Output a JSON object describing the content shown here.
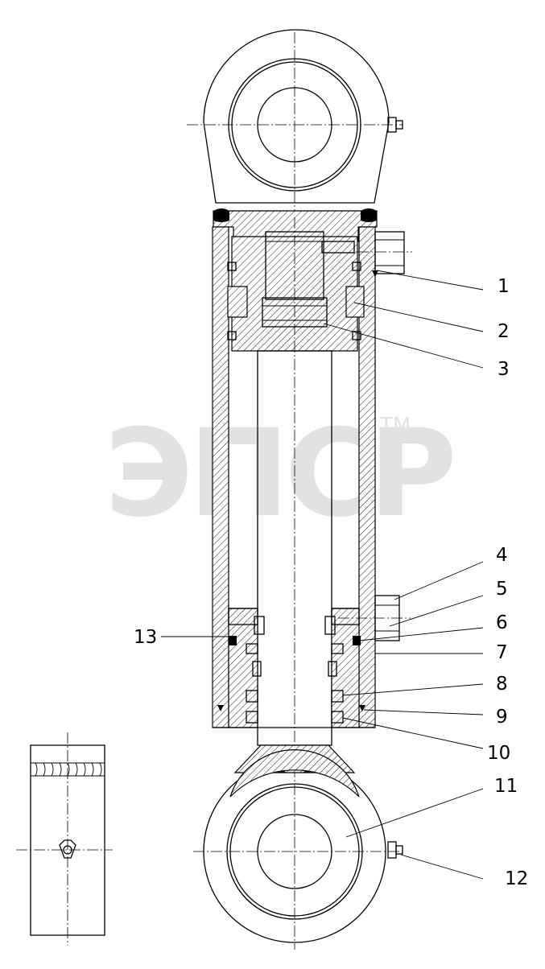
{
  "callouts": [
    "1",
    "2",
    "3",
    "4",
    "5",
    "6",
    "7",
    "8",
    "9",
    "10",
    "11",
    "12",
    "13"
  ],
  "watermark": {
    "text": "ЭПСР",
    "tm": "TM"
  }
}
